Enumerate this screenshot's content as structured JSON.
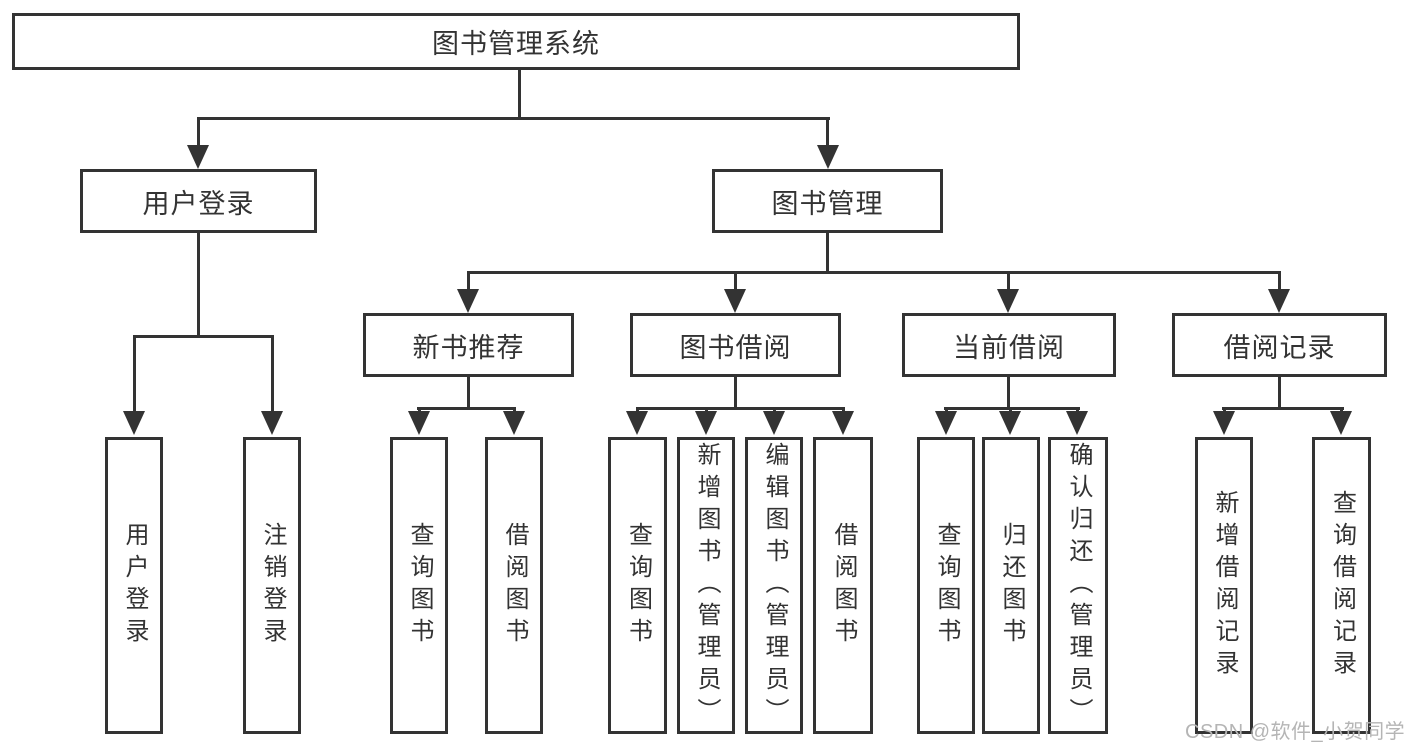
{
  "colors": {
    "line": "#333333",
    "text": "#333333",
    "box_bg": "#ffffff",
    "background": "#ffffff",
    "watermark": "#b5b5b5"
  },
  "watermark": {
    "text": "CSDN @软件_小贺同学"
  },
  "diagram": {
    "title": "图书管理系统",
    "level2": [
      {
        "label": "用户登录"
      },
      {
        "label": "图书管理"
      }
    ],
    "level3": [
      {
        "label": "新书推荐",
        "parent": "图书管理"
      },
      {
        "label": "图书借阅",
        "parent": "图书管理"
      },
      {
        "label": "当前借阅",
        "parent": "图书管理"
      },
      {
        "label": "借阅记录",
        "parent": "图书管理"
      }
    ],
    "leaves": [
      {
        "label": "用户登录",
        "parent": "用户登录"
      },
      {
        "label": "注销登录",
        "parent": "用户登录"
      },
      {
        "label": "查询图书",
        "parent": "新书推荐"
      },
      {
        "label": "借阅图书",
        "parent": "新书推荐"
      },
      {
        "label": "查询图书",
        "parent": "图书借阅"
      },
      {
        "label": "新增图书（管理员）",
        "parent": "图书借阅"
      },
      {
        "label": "编辑图书（管理员）",
        "parent": "图书借阅"
      },
      {
        "label": "借阅图书",
        "parent": "图书借阅"
      },
      {
        "label": "查询图书",
        "parent": "当前借阅"
      },
      {
        "label": "归还图书",
        "parent": "当前借阅"
      },
      {
        "label": "确认归还（管理员）",
        "parent": "当前借阅"
      },
      {
        "label": "新增借阅记录",
        "parent": "借阅记录"
      },
      {
        "label": "查询借阅记录",
        "parent": "借阅记录"
      }
    ]
  }
}
